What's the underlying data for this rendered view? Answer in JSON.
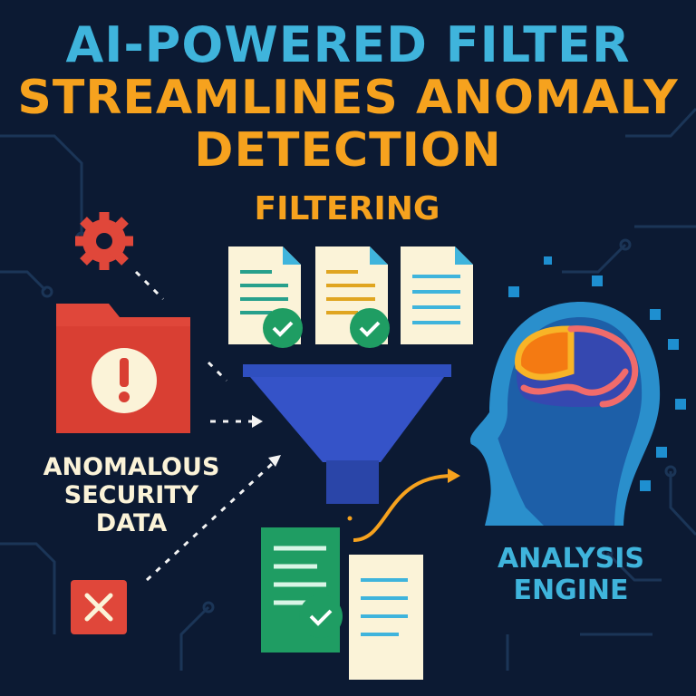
{
  "title": {
    "line1": "AI-POWERED FILTER",
    "line2": "STREAMLINES ANOMALY",
    "line3": "DETECTION"
  },
  "labels": {
    "filtering": "FILTERING",
    "source": [
      "ANOMALOUS",
      "SECURITY",
      "DATA"
    ],
    "engine": [
      "ANALYSIS",
      "ENGINE"
    ]
  },
  "colors": {
    "background": "#0c1a33",
    "cyan": "#3fb4dc",
    "orange": "#f6a21e",
    "red": "#e0473a",
    "funnel": "#2f4fbf",
    "green": "#1f9d63",
    "paper": "#fbf3d8"
  },
  "icons": [
    "gear-icon",
    "folder-alert-icon",
    "close-icon",
    "document-icon",
    "check-icon",
    "funnel-icon",
    "head-brain-icon"
  ]
}
